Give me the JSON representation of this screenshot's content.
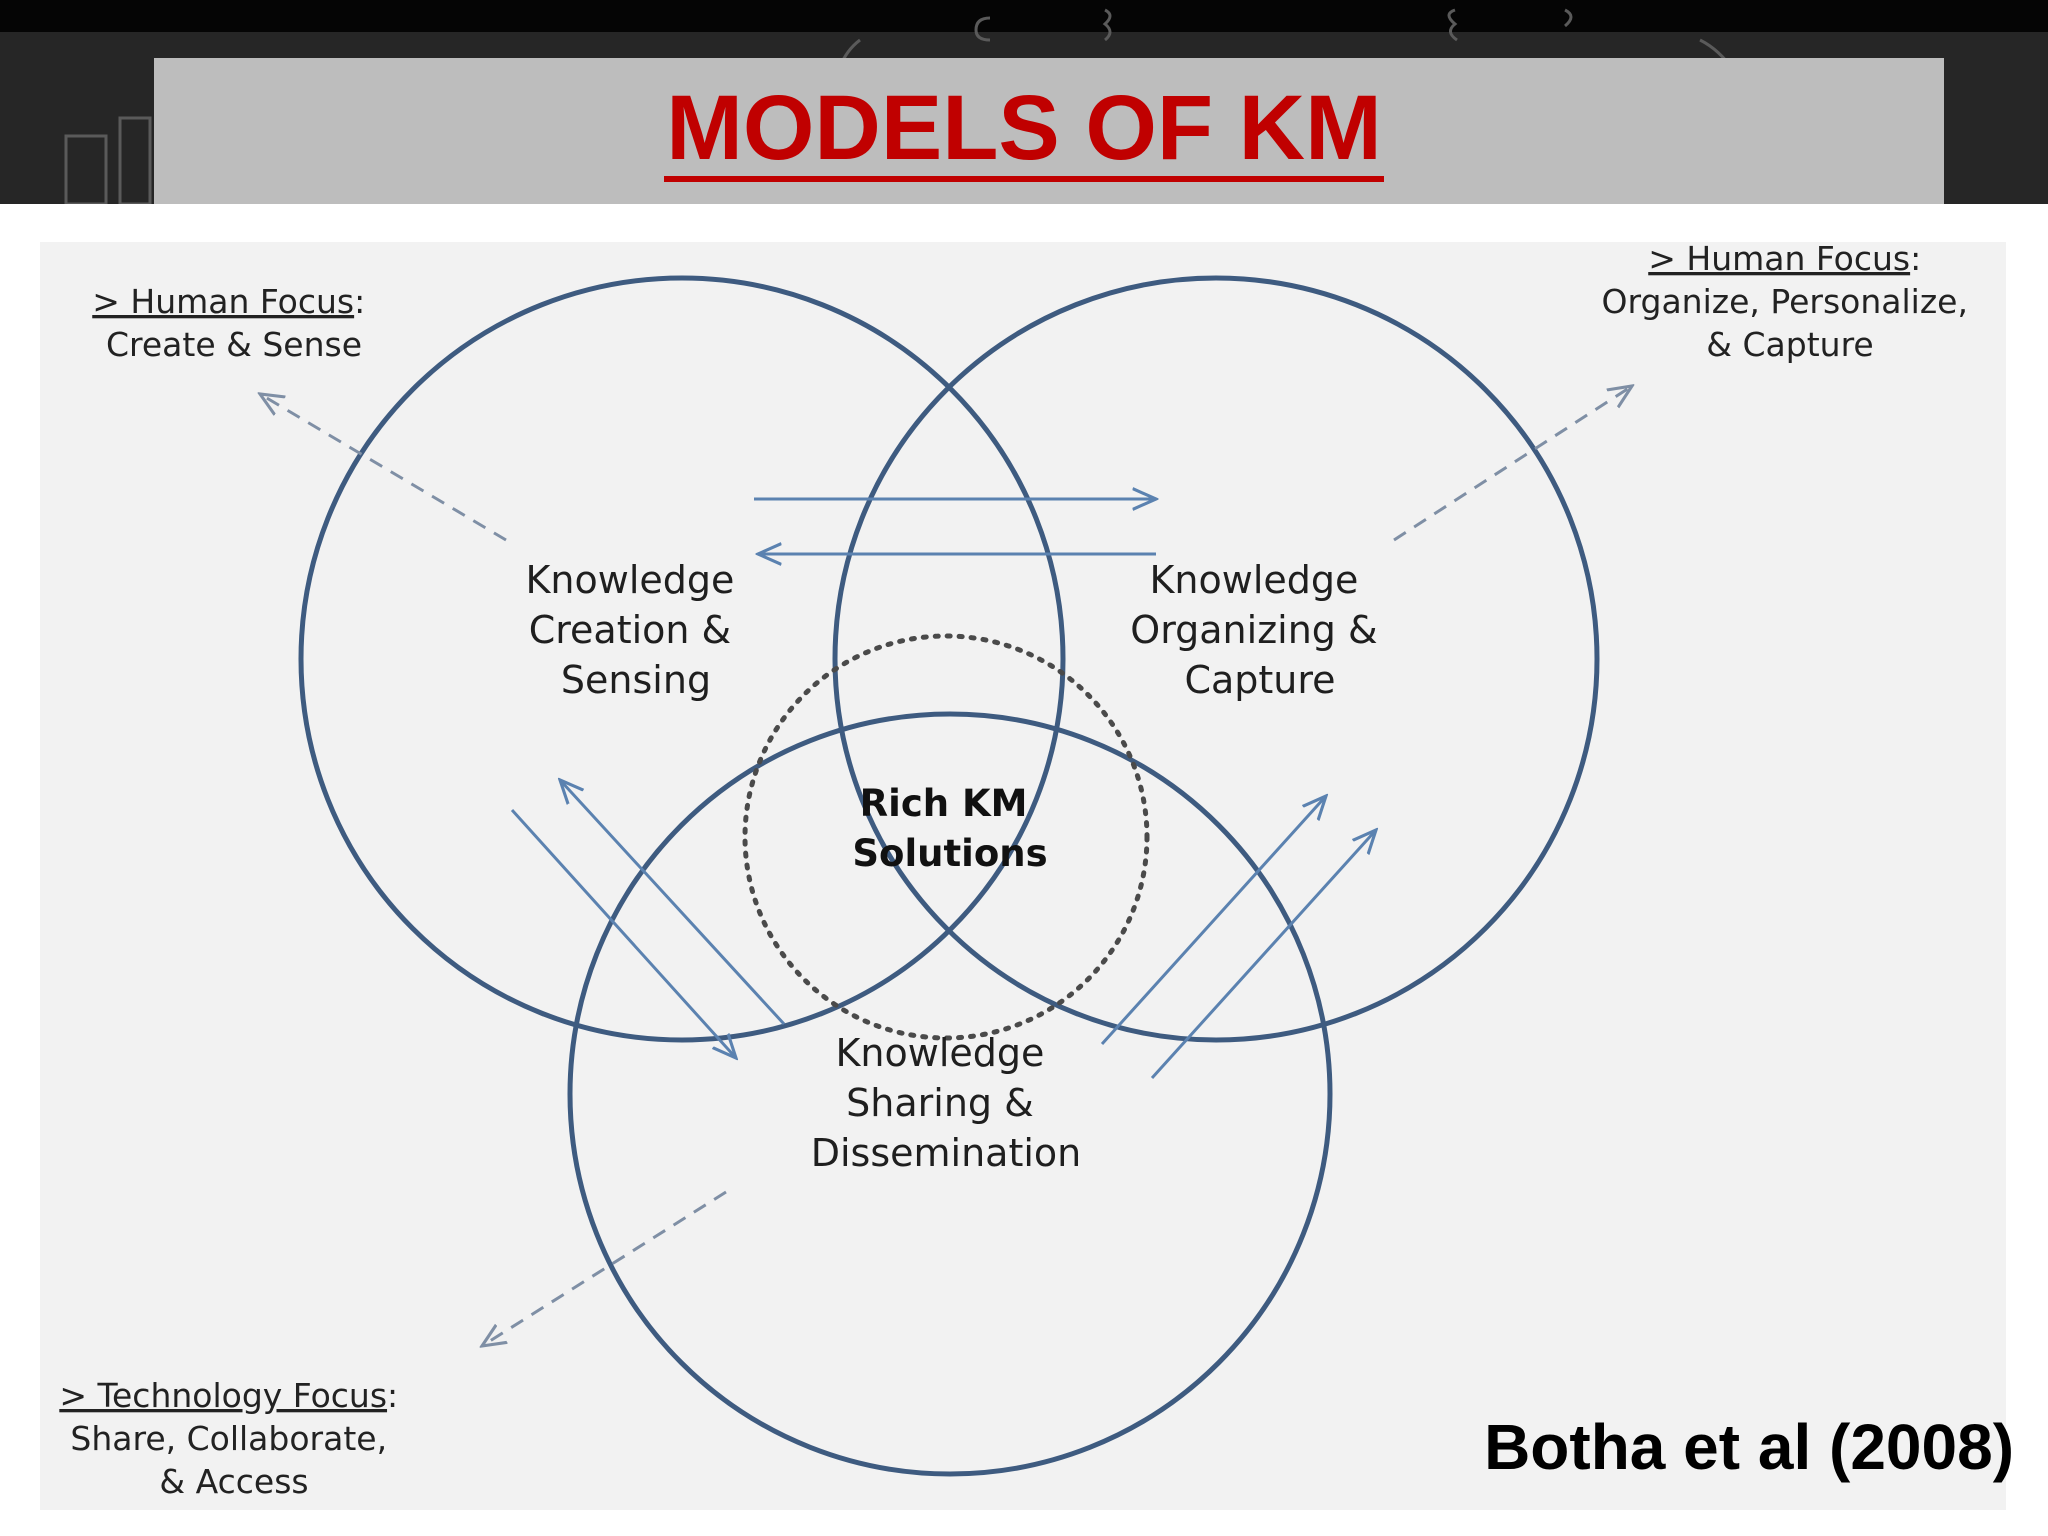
{
  "title": "MODELS OF KM",
  "citation": "Botha et al (2008)",
  "diagram": {
    "circles": {
      "creation": [
        "Knowledge",
        "Creation &",
        "Sensing"
      ],
      "organizing": [
        "Knowledge",
        "Organizing &",
        "Capture"
      ],
      "sharing": [
        "Knowledge",
        "Sharing &",
        "Dissemination"
      ]
    },
    "center": [
      "Rich KM",
      "Solutions"
    ],
    "focus_top_left": {
      "heading": "> Human Focus",
      "colon": ":",
      "body": [
        "Create & Sense"
      ]
    },
    "focus_top_right": {
      "heading": "> Human Focus",
      "colon": ":",
      "body": [
        "Organize, Personalize,",
        "& Capture"
      ]
    },
    "focus_bottom_left": {
      "heading": "> Technology Focus",
      "colon": ":",
      "body": [
        "Share, Collaborate,",
        "& Access"
      ]
    }
  },
  "colors": {
    "title": "#c00000",
    "circle_stroke": "#3e5b80",
    "arrow_stroke": "#5b82b0"
  }
}
